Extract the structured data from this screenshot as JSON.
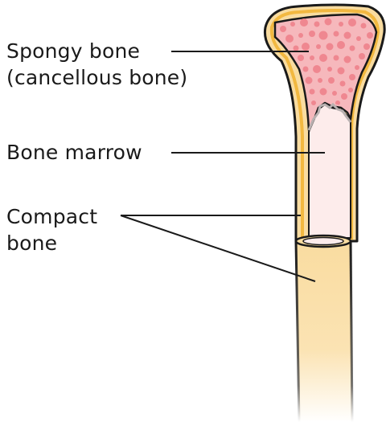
{
  "labels": {
    "spongy_bone": {
      "line1": "Spongy bone",
      "line2": "(cancellous bone)"
    },
    "bone_marrow": "Bone marrow",
    "compact_bone": {
      "line1": "Compact",
      "line2": "bone"
    }
  },
  "colors": {
    "compact_bone_fill": "#f9dca0",
    "compact_bone_edge": "#f2b840",
    "spongy_bone_fill": "#f6b8bc",
    "spongy_bone_dots": "#ef8790",
    "marrow_fill": "#fdeceb",
    "outline": "#1a1a1a"
  }
}
